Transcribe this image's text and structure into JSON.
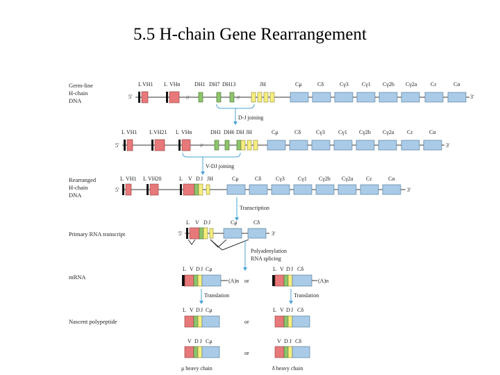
{
  "title": "5.5 H-chain Gene Rearrangement",
  "rows": {
    "germline": [
      "Germ-line",
      "H-chain",
      "DNA"
    ],
    "rearranged": [
      "Rearranged",
      "H-chain",
      "DNA"
    ],
    "primary": "Primary RNA transcript",
    "mrna": "mRNA",
    "nascent": "Nascent polypeptide"
  },
  "segments": {
    "row1": [
      "L",
      "VH1",
      "L",
      "VHn",
      "DH1",
      "DH7",
      "DH13",
      "JH",
      "Cμ",
      "Cδ",
      "Cγ3",
      "Cγ1",
      "Cγ2b",
      "Cγ2a",
      "Cε",
      "Cα"
    ],
    "row2": [
      "L",
      "VH1",
      "L",
      "VH21",
      "L",
      "VHn",
      "DH1",
      "DH6",
      "DH",
      "JH",
      "Cμ",
      "Cδ",
      "Cγ3",
      "Cγ1",
      "Cγ2b",
      "Cγ2a",
      "Cε",
      "Cα"
    ],
    "row3": [
      "L",
      "VH1",
      "L",
      "VH20",
      "L",
      "V",
      "D",
      "J",
      "JH",
      "Cμ",
      "Cδ",
      "Cγ3",
      "Cγ1",
      "Cγ2b",
      "Cγ2a",
      "Cε",
      "Cα"
    ],
    "primary": [
      "L",
      "V",
      "D",
      "J",
      "Cμ",
      "Cδ"
    ],
    "mrna_mu": [
      "L",
      "V",
      "D",
      "J",
      "Cμ"
    ],
    "mrna_delta": [
      "L",
      "V",
      "D",
      "J",
      "Cδ"
    ],
    "poly_a": "(A)n",
    "or": "or",
    "chain_mu": "μ heavy chain",
    "chain_delta": "δ heavy chain",
    "v": "V",
    "dj": "D J",
    "c_mu": "Cμ",
    "c_delta": "Cδ"
  },
  "ends": {
    "five": "5′",
    "three": "3′"
  },
  "steps": {
    "dj": "D-J joining",
    "vdj": "V-DJ joining",
    "transcription": "Transcription",
    "polyadenylation": "Polyadenylation",
    "splicing": "RNA splicing",
    "translation": "Translation"
  },
  "colors": {
    "v_segment": "#e8797a",
    "d_segment": "#8fc46d",
    "j_segment": "#f6ee80",
    "c_segment": "#a9cbe8",
    "arrow": "#4aa3d6"
  }
}
